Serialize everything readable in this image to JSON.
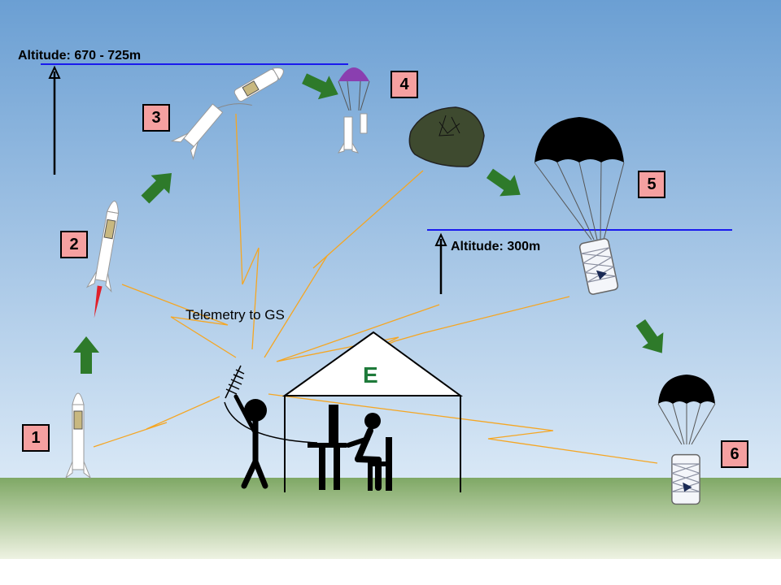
{
  "altitudes": {
    "top": "Altitude: 670 - 725m",
    "mid": "Altitude: 300m"
  },
  "telemetry_label": "Telemetry to GS",
  "tent_logo": "E",
  "steps": [
    "1",
    "2",
    "3",
    "4",
    "5",
    "6"
  ],
  "colors": {
    "sky_top": "#6b9fd3",
    "sky_bottom": "#d9e8f6",
    "ground_top": "#7fa865",
    "ground_bottom": "#eef2e2",
    "arrow": "#2e7a2a",
    "altitude_line": "#1a1aee",
    "telemetry": "#f5a623",
    "step_box": "#f5a0a0",
    "parachute_small": "#8a3fb0",
    "logo": "#1e7a3a"
  },
  "icons": [
    "rocket-icon",
    "parachute-icon",
    "cansat-icon",
    "antenna-icon",
    "person-icon",
    "tent-icon",
    "computer-icon",
    "chair-icon"
  ]
}
